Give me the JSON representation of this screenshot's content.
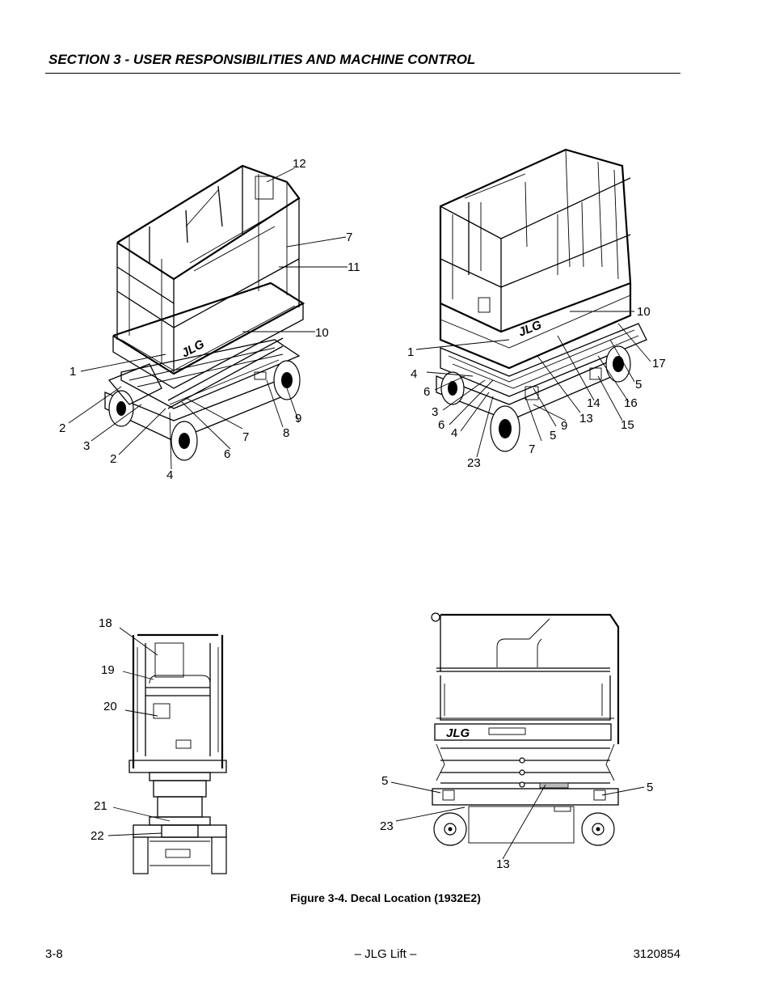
{
  "header": {
    "section_title": "SECTION 3 - USER RESPONSIBILITIES AND MACHINE CONTROL"
  },
  "figure": {
    "caption": "Figure 3-4.  Decal Location (1932E2)",
    "logo_text": "JLG",
    "views": {
      "front_left": {
        "callouts": [
          "12",
          "7",
          "11",
          "10",
          "1",
          "9",
          "8",
          "7",
          "6",
          "2",
          "3",
          "2",
          "4"
        ]
      },
      "rear_right": {
        "callouts": [
          "10",
          "1",
          "17",
          "4",
          "5",
          "16",
          "6",
          "3",
          "14",
          "13",
          "15",
          "6",
          "4",
          "9",
          "5",
          "7",
          "23"
        ]
      },
      "rear_end": {
        "callouts": [
          "18",
          "19",
          "20",
          "21",
          "22"
        ]
      },
      "side": {
        "callouts": [
          "5",
          "5",
          "23",
          "13"
        ]
      }
    }
  },
  "footer": {
    "page_number": "3-8",
    "center": "– JLG Lift –",
    "doc_number": "3120854"
  }
}
